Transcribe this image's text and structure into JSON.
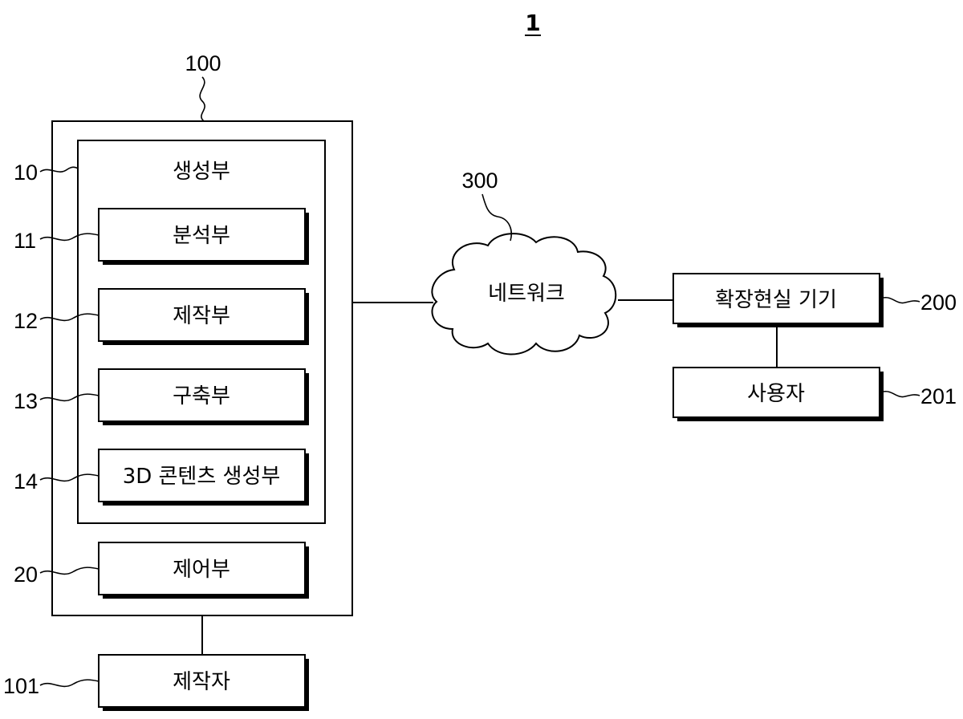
{
  "figure_number": "1",
  "server": {
    "ref": "100"
  },
  "generator": {
    "ref": "10",
    "label": "생성부"
  },
  "modules": [
    {
      "ref": "11",
      "label": "분석부"
    },
    {
      "ref": "12",
      "label": "제작부"
    },
    {
      "ref": "13",
      "label": "구축부"
    },
    {
      "ref": "14",
      "label": "3D 콘텐츠 생성부"
    }
  ],
  "controller": {
    "ref": "20",
    "label": "제어부"
  },
  "producer": {
    "ref": "101",
    "label": "제작자"
  },
  "network": {
    "ref": "300",
    "label": "네트워크"
  },
  "ar_device": {
    "ref": "200",
    "label": "확장현실 기기"
  },
  "user": {
    "ref": "201",
    "label": "사용자"
  }
}
